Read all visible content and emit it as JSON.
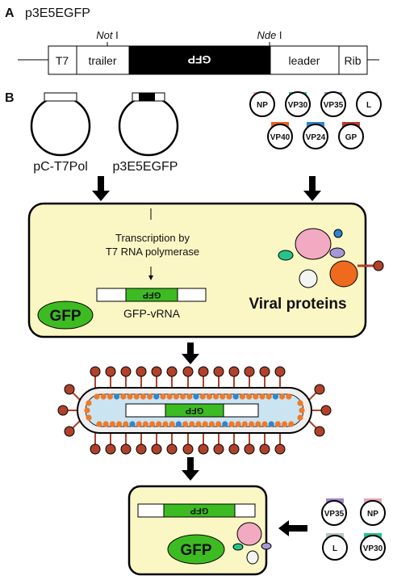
{
  "panel_a": {
    "label": "A",
    "title": "p3E5EGFP",
    "site_left_italic": "Not",
    "site_left_roman": " I",
    "site_right_italic": "Nde",
    "site_right_roman": " I",
    "segments": [
      "T7",
      "trailer",
      "GFP",
      "leader",
      "Rib"
    ]
  },
  "panel_b": {
    "label": "B",
    "plasmid_1": "pC-T7Pol",
    "plasmid_2": "p3E5EGFP",
    "protein_plasmids": [
      {
        "name": "NP",
        "tab": "#e8a6b6"
      },
      {
        "name": "VP30",
        "tab": "#25c48a"
      },
      {
        "name": "VP35",
        "tab": "#a083c8"
      },
      {
        "name": "L",
        "tab": "#b3c8bd"
      },
      {
        "name": "VP40",
        "tab": "#e8621e"
      },
      {
        "name": "VP24",
        "tab": "#2e86d0"
      },
      {
        "name": "GP",
        "tab": "#b83a2a"
      }
    ],
    "cell_1": {
      "transcription_line1": "Transcription by",
      "transcription_line2": "T7 RNA polymerase",
      "rna_gene": "GFP",
      "rna_label": "GFP-vRNA",
      "gfp_label": "GFP",
      "viral_proteins": "Viral proteins"
    },
    "virion": {
      "gene": "GFP"
    },
    "cell_2": {
      "gene": "GFP",
      "gfp_label": "GFP",
      "support_plasmids": [
        "VP35",
        "NP",
        "L",
        "VP30"
      ]
    }
  },
  "colors": {
    "cell_fill": "#fbf7c4",
    "gfp_green": "#3dbb23",
    "spike_red": "#b0412b",
    "nucleocapsid_orange": "#ee7a2a",
    "nucleocapsid_blue": "#2e86d0",
    "virion_core": "#cbe4f2"
  }
}
